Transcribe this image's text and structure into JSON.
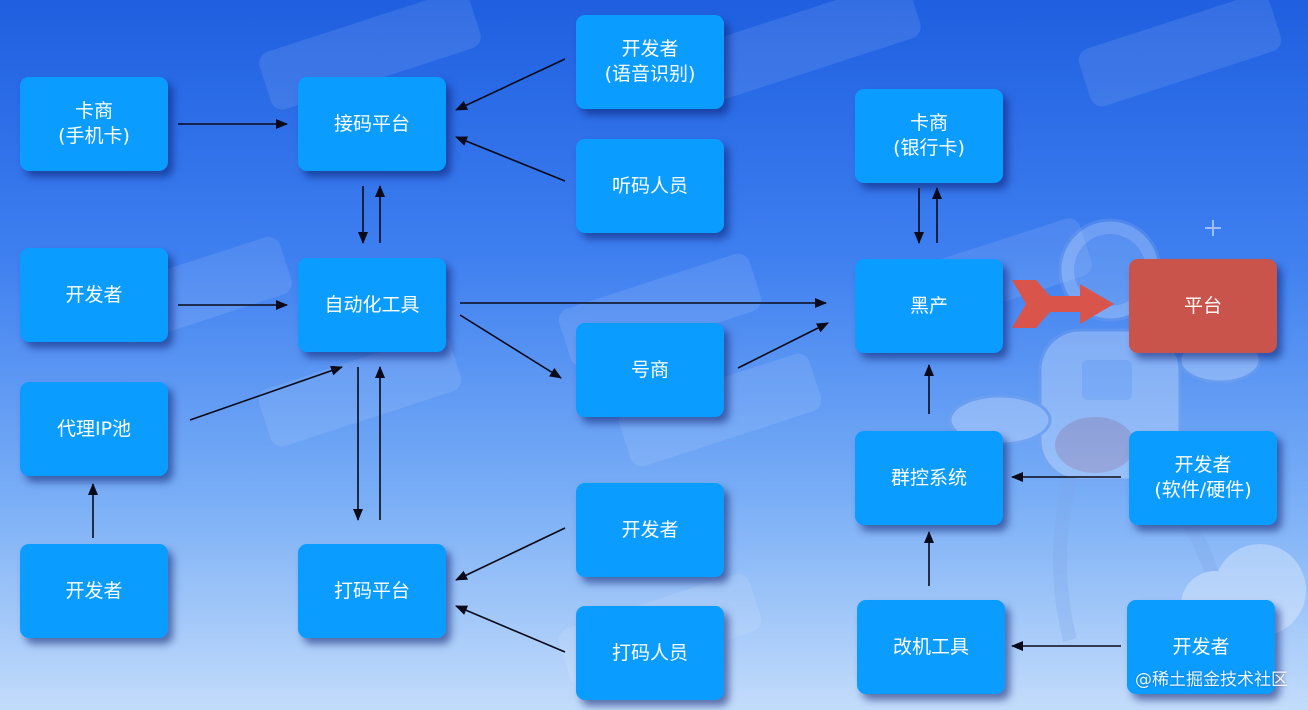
{
  "nodes": {
    "card_dealer_phone": {
      "line1": "卡商",
      "line2": "(手机卡)"
    },
    "code_receiving_platform": {
      "line1": "接码平台"
    },
    "developer_speech": {
      "line1": "开发者",
      "line2": "(语音识别)"
    },
    "code_listener": {
      "line1": "听码人员"
    },
    "card_dealer_bank": {
      "line1": "卡商",
      "line2": "(银行卡)"
    },
    "developer_automation": {
      "line1": "开发者"
    },
    "automation_tool": {
      "line1": "自动化工具"
    },
    "black_industry": {
      "line1": "黑产"
    },
    "platform": {
      "line1": "平台"
    },
    "proxy_ip_pool": {
      "line1": "代理IP池"
    },
    "account_dealer": {
      "line1": "号商"
    },
    "group_control_system": {
      "line1": "群控系统"
    },
    "developer_software_hardware": {
      "line1": "开发者",
      "line2": "(软件/硬件)"
    },
    "developer_proxy": {
      "line1": "开发者"
    },
    "captcha_platform": {
      "line1": "打码平台"
    },
    "developer_captcha": {
      "line1": "开发者"
    },
    "captcha_typist": {
      "line1": "打码人员"
    },
    "device_modification_tool": {
      "line1": "改机工具"
    },
    "developer_device": {
      "line1": "开发者"
    }
  },
  "watermark": "@稀土掘金技术社区",
  "colors": {
    "node": "#0a9cff",
    "target_node": "#c9544b",
    "arrow": "#0a0a1a",
    "attack_arrow": "#d9554b"
  }
}
